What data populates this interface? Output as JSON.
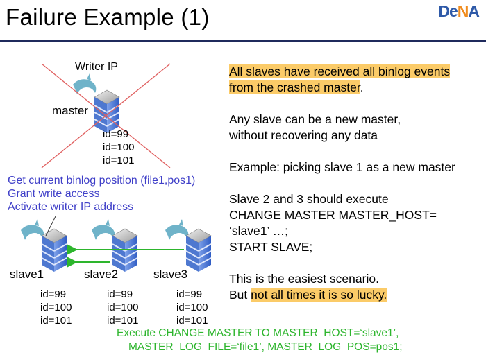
{
  "header": {
    "title": "Failure Example (1)",
    "logo": {
      "part1": "De",
      "part2": "N",
      "part3": "A"
    }
  },
  "diagram": {
    "writer_ip_label": "Writer IP",
    "master": {
      "label": "master",
      "ids": [
        "id=99",
        "id=100",
        "id=101"
      ]
    },
    "steps": [
      "Get current binlog position (file1,pos1)",
      "Grant write access",
      "Activate writer IP address"
    ],
    "slaves": [
      {
        "label": "slave1",
        "ids": [
          "id=99",
          "id=100",
          "id=101"
        ]
      },
      {
        "label": "slave2",
        "ids": [
          "id=99",
          "id=100",
          "id=101"
        ]
      },
      {
        "label": "slave3",
        "ids": [
          "id=99",
          "id=100",
          "id=101"
        ]
      }
    ],
    "command": [
      "Execute CHANGE MASTER TO MASTER_HOST=‘slave1’,",
      "MASTER_LOG_FILE=‘file1’, MASTER_LOG_POS=pos1;"
    ]
  },
  "explanation": {
    "p1_line1": "All slaves have received all binlog events",
    "p1_line2_hl": "from the crashed master",
    "p1_line2_tail": ".",
    "p2_line1": "Any slave can be a new master,",
    "p2_line2": "without recovering any data",
    "p3": "Example: picking slave 1 as a new master",
    "p4_line1": "Slave 2 and 3 should execute",
    "p4_line2": "CHANGE MASTER MASTER_HOST=",
    "p4_line3": "‘slave1’ …;",
    "p4_line4": "START SLAVE;",
    "p5_line1": "This is the easiest scenario.",
    "p5_line2_pre": "But ",
    "p5_line2_hl": "not all times it is so lucky."
  },
  "colors": {
    "accent_highlight": "#fbcb68",
    "step_text": "#3f3fc8",
    "command_text": "#2db52d",
    "cross": "#e06060",
    "arrow": "#2db52d",
    "server_blue": "#5b86d8"
  },
  "icons": [
    "server-icon",
    "dolphin-icon",
    "cross-icon",
    "arrow-icon"
  ]
}
